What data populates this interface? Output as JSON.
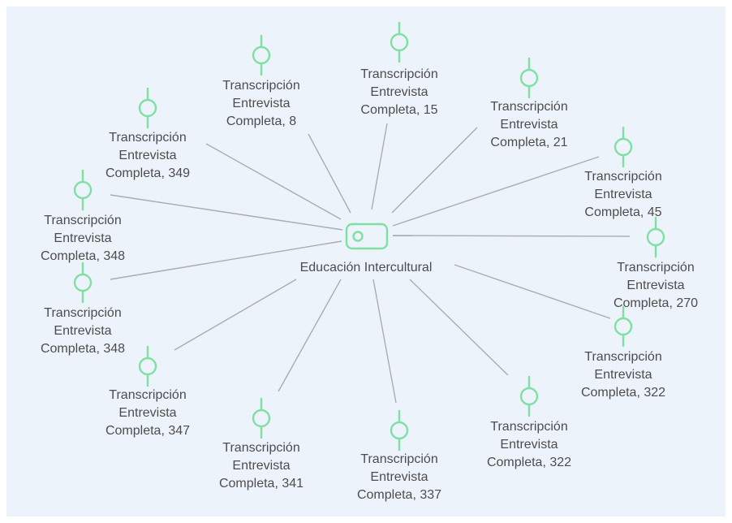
{
  "center": {
    "label": "Educación Intercultural",
    "icon": "code-tag-icon",
    "color": "#7ee0a3"
  },
  "documents": [
    {
      "lines": [
        "Transcripción",
        "Entrevista",
        "Completa, 349"
      ]
    },
    {
      "lines": [
        "Transcripción",
        "Entrevista",
        "Completa, 8"
      ]
    },
    {
      "lines": [
        "Transcripción",
        "Entrevista",
        "Completa, 15"
      ]
    },
    {
      "lines": [
        "Transcripción",
        "Entrevista",
        "Completa, 21"
      ]
    },
    {
      "lines": [
        "Transcripción",
        "Entrevista",
        "Completa, 45"
      ]
    },
    {
      "lines": [
        "Transcripción",
        "Entrevista",
        "Completa, 348"
      ]
    },
    {
      "lines": [
        "Transcripción",
        "Entrevista",
        "Completa, 270"
      ]
    },
    {
      "lines": [
        "Transcripción",
        "Entrevista",
        "Completa, 348"
      ]
    },
    {
      "lines": [
        "Transcripción",
        "Entrevista",
        "Completa, 347"
      ]
    },
    {
      "lines": [
        "Transcripción",
        "Entrevista",
        "Completa, 322"
      ]
    },
    {
      "lines": [
        "Transcripción",
        "Entrevista",
        "Completa, 341"
      ]
    },
    {
      "lines": [
        "Transcripción",
        "Entrevista",
        "Completa, 337"
      ]
    },
    {
      "lines": [
        "Transcripción",
        "Entrevista",
        "Completa, 322"
      ]
    }
  ],
  "colors": {
    "background": "#edf3fa",
    "node": "#7ee0a3",
    "edge": "#a9adb2",
    "text": "#4d4d4d"
  }
}
